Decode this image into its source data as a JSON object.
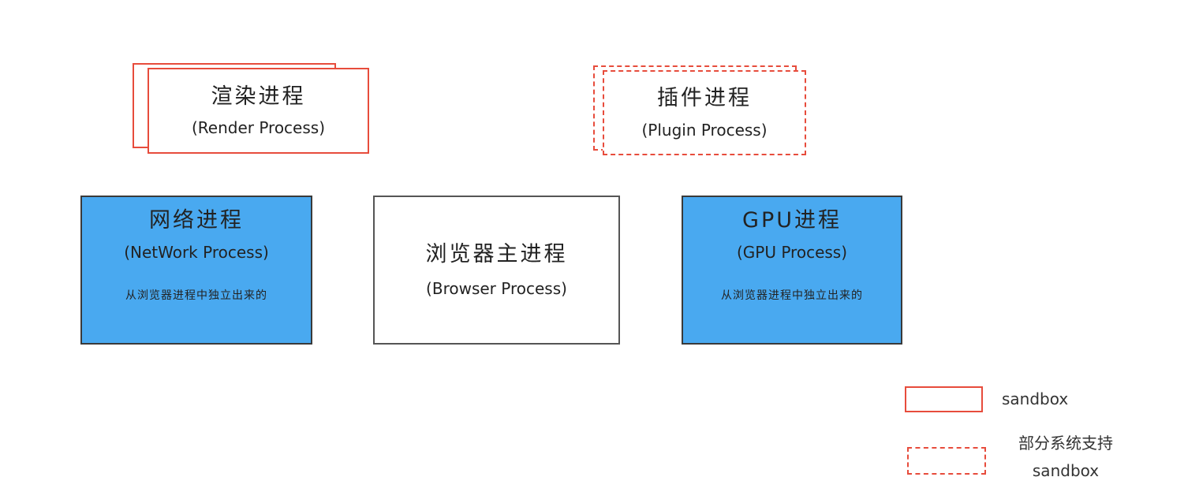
{
  "render_process": {
    "title": "渲染进程",
    "subtitle": "(Render Process)"
  },
  "plugin_process": {
    "title": "插件进程",
    "subtitle": "(Plugin Process)"
  },
  "network_process": {
    "title": "网络进程",
    "subtitle": "(NetWork Process)",
    "note": "从浏览器进程中独立出来的"
  },
  "browser_process": {
    "title": "浏览器主进程",
    "subtitle": "(Browser Process)"
  },
  "gpu_process": {
    "title": "GPU进程",
    "subtitle": "(GPU Process)",
    "note": "从浏览器进程中独立出来的"
  },
  "legend": {
    "sandbox_label": "sandbox",
    "partial_line1": "部分系统支持",
    "partial_line2": "sandbox"
  },
  "colors": {
    "sandbox_border": "#e74c3c",
    "process_blue": "#49a9f0",
    "box_border": "#3a3a3a"
  }
}
